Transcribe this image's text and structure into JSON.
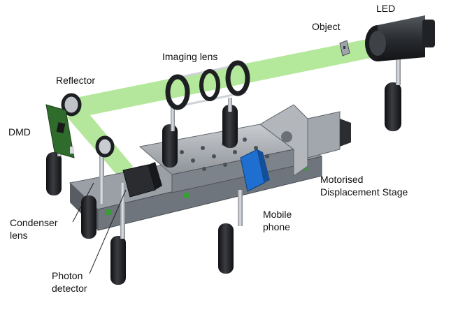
{
  "labels": {
    "led": "LED",
    "object": "Object",
    "imaging_lens": "Imaging lens",
    "reflector": "Reflector",
    "dmd": "DMD",
    "condenser_line1": "Condenser",
    "condenser_line2": "lens",
    "photon_line1": "Photon",
    "photon_line2": "detector",
    "mobile_line1": "Mobile",
    "mobile_line2": "phone",
    "stage_line1": "Motorised",
    "stage_line2": "Displacement Stage"
  },
  "colors": {
    "beam": "#9be07a",
    "metal_light": "#b8bcc1",
    "metal_mid": "#8a8f96",
    "metal_dark": "#3a3d42",
    "post_black": "#1e1f22",
    "dmd_green": "#2f6b2a",
    "phone_blue": "#1f6fd0"
  }
}
